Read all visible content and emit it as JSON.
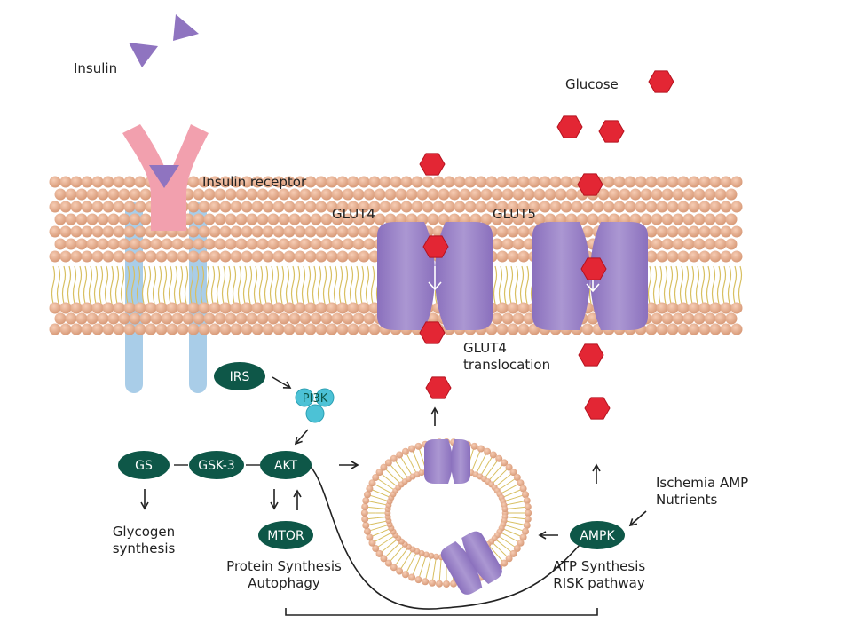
{
  "labels": {
    "insulin": "Insulin",
    "insulin_receptor": "Insulin receptor",
    "glut4": "GLUT4",
    "glut5": "GLUT5",
    "glucose": "Glucose",
    "translocation": [
      "GLUT4",
      "translocation"
    ],
    "glycogen": [
      "Glycogen",
      "synthesis"
    ],
    "protein": [
      "Protein Synthesis",
      "Autophagy"
    ],
    "atp": [
      "ATP Synthesis",
      "RISK pathway"
    ],
    "ischemia": [
      "Ischemia AMP",
      "Nutrients"
    ]
  },
  "nodes": {
    "irs": "IRS",
    "pi3k": "PI3K",
    "akt": "AKT",
    "gsk3": "GSK-3",
    "gs": "GS",
    "mtor": "MTOR",
    "ampk": "AMPK"
  },
  "colors": {
    "node": "#0e5748",
    "pi3k": "#4cc2d6",
    "glucose": "#e32634",
    "transporter": "#9a84c4",
    "insulin": "#8f74c0",
    "receptor_pink": "#f2a0ae",
    "receptor_blue": "#a9cde8",
    "lipid_head": "#e5ab8f",
    "lipid_tail": "#d8bf60"
  }
}
